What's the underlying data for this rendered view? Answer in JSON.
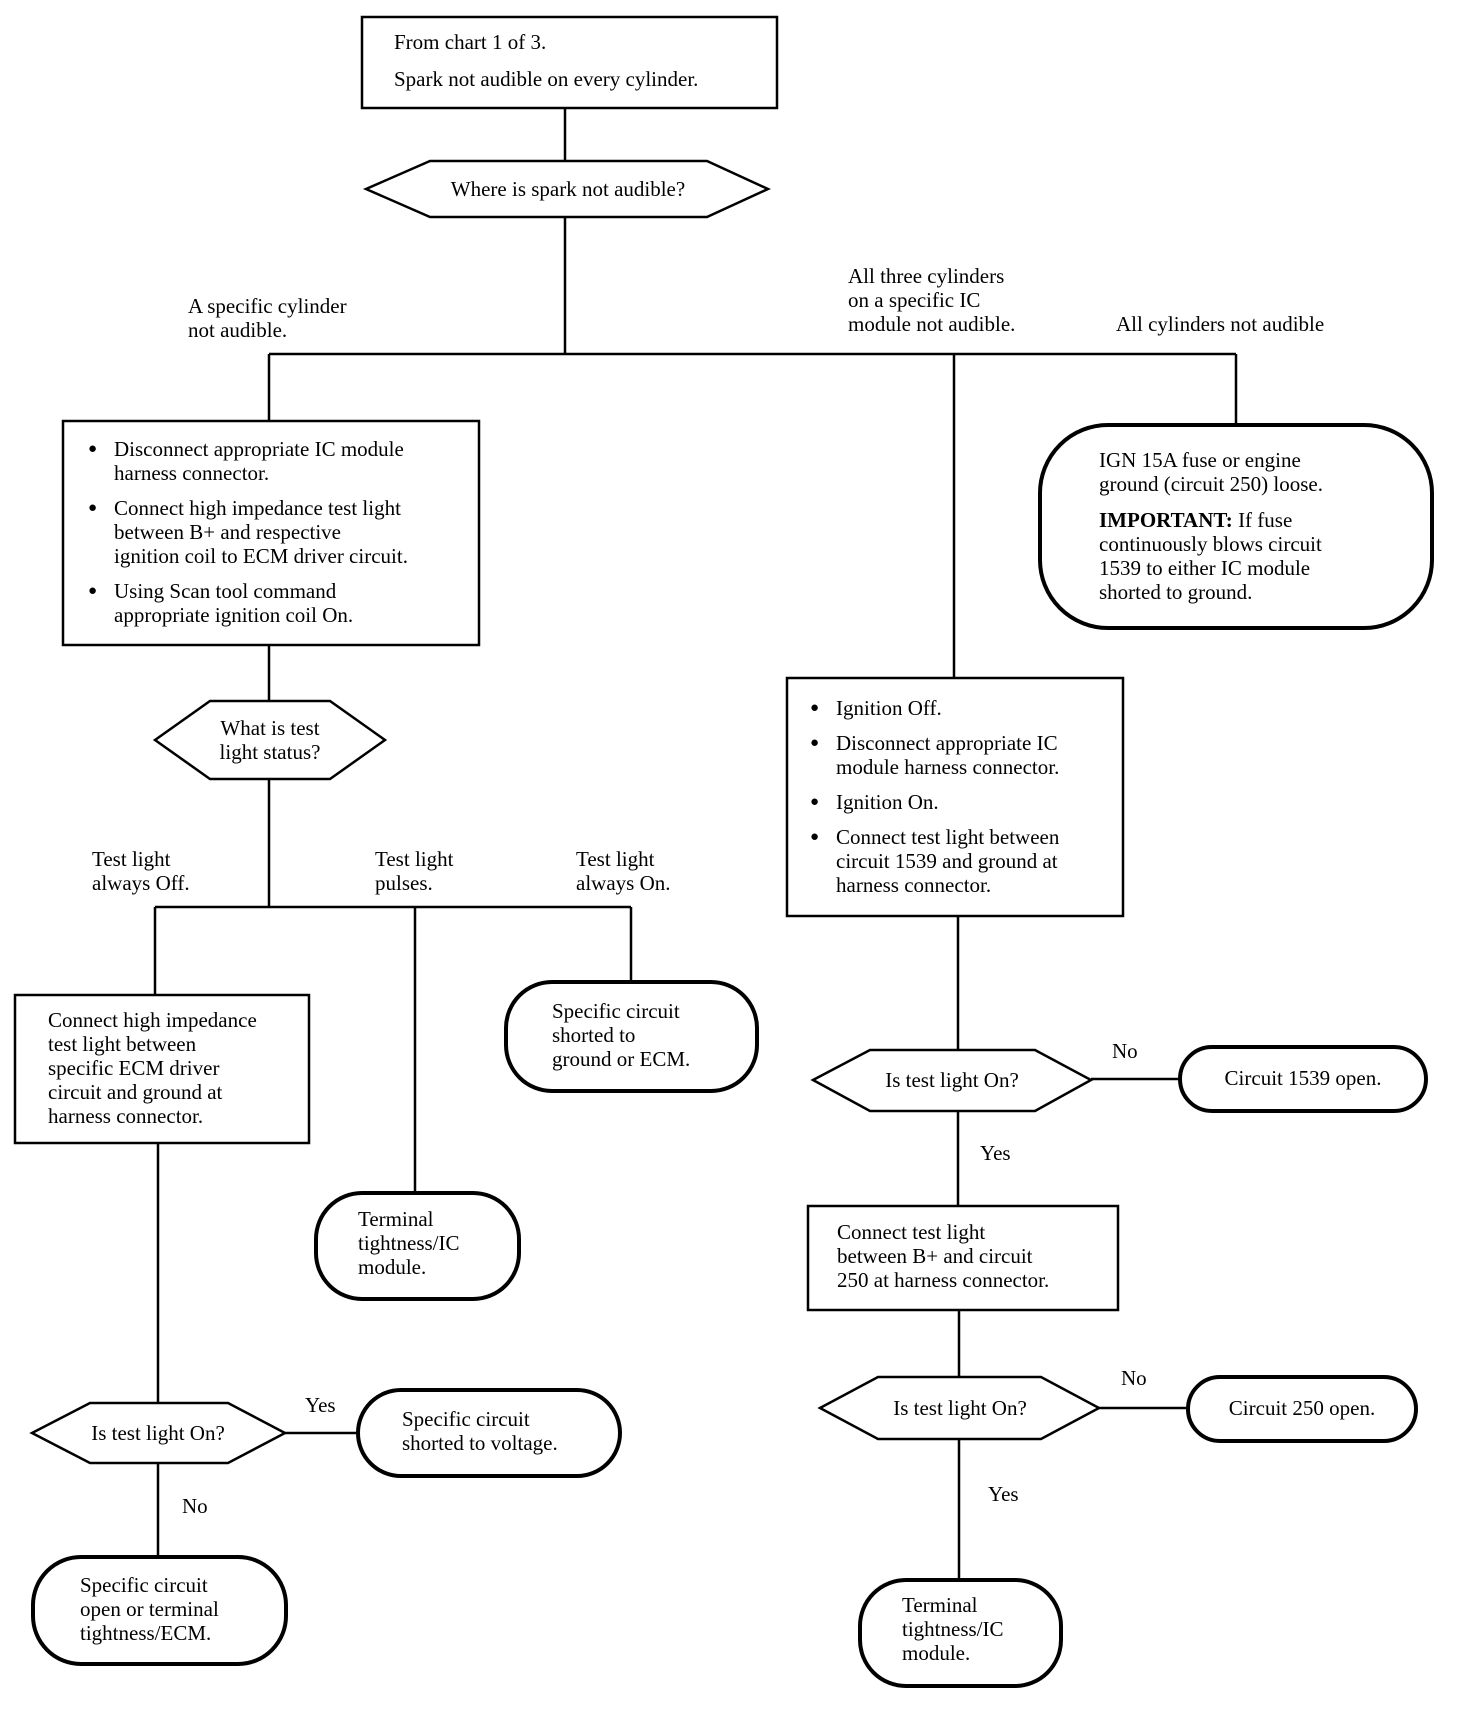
{
  "start": {
    "lines": [
      "From chart 1 of 3.",
      "Spark not audible on every cylinder."
    ]
  },
  "d_where": {
    "text": "Where is spark not audible?"
  },
  "branch_labels": {
    "specific_cylinder": [
      "A specific cylinder",
      "not audible."
    ],
    "three_cylinders": [
      "All three cylinders",
      "on a specific IC",
      "module not audible."
    ],
    "all_cylinders": [
      "All cylinders not audible"
    ]
  },
  "left_box": {
    "bullets": [
      [
        "Disconnect appropriate IC module",
        "harness connector."
      ],
      [
        "Connect high impedance test light",
        "between B+ and respective",
        "ignition coil to ECM driver circuit."
      ],
      [
        "Using Scan tool command",
        "appropriate ignition coil On."
      ]
    ]
  },
  "d_status": {
    "lines": [
      "What is test",
      "light status?"
    ]
  },
  "status_labels": {
    "off": [
      "Test light",
      "always Off."
    ],
    "pulses": [
      "Test light",
      "pulses."
    ],
    "on": [
      "Test light",
      "always On."
    ]
  },
  "connect_box": {
    "lines": [
      "Connect high impedance",
      "test light between",
      "specific ECM driver",
      "circuit and ground at",
      "harness connector."
    ]
  },
  "t_shorted_ground": {
    "lines": [
      "Specific circuit",
      "shorted to",
      "ground or ECM."
    ]
  },
  "t_terminal_left": {
    "lines": [
      "Terminal",
      "tightness/IC",
      "module."
    ]
  },
  "d_test_left": {
    "text": "Is test light On?"
  },
  "t_shorted_voltage": {
    "lines": [
      "Specific circuit",
      "shorted to voltage."
    ]
  },
  "t_open_ecm": {
    "lines": [
      "Specific circuit",
      "open or terminal",
      "tightness/ECM."
    ]
  },
  "t_fuse": {
    "lines": [
      "IGN 15A fuse or engine",
      "ground (circuit 250) loose."
    ],
    "important_label": "IMPORTANT:",
    "important_lines": [
      " If fuse",
      "continuously blows circuit",
      "1539 to either IC module",
      "shorted to ground."
    ]
  },
  "mid_box": {
    "bullets": [
      [
        "Ignition Off."
      ],
      [
        "Disconnect appropriate IC",
        "module harness connector."
      ],
      [
        "Ignition On."
      ],
      [
        "Connect test light between",
        "circuit 1539 and ground at",
        "harness connector."
      ]
    ]
  },
  "d_test_1": {
    "text": "Is test light On?"
  },
  "t_1539": {
    "text": "Circuit 1539 open."
  },
  "b250_box": {
    "lines": [
      "Connect test light",
      "between B+ and circuit",
      "250 at harness connector."
    ]
  },
  "d_test_2": {
    "text": "Is test light On?"
  },
  "t_250": {
    "text": "Circuit 250 open."
  },
  "t_terminal_right": {
    "lines": [
      "Terminal",
      "tightness/IC",
      "module."
    ]
  },
  "answers": {
    "yes": "Yes",
    "no": "No"
  }
}
